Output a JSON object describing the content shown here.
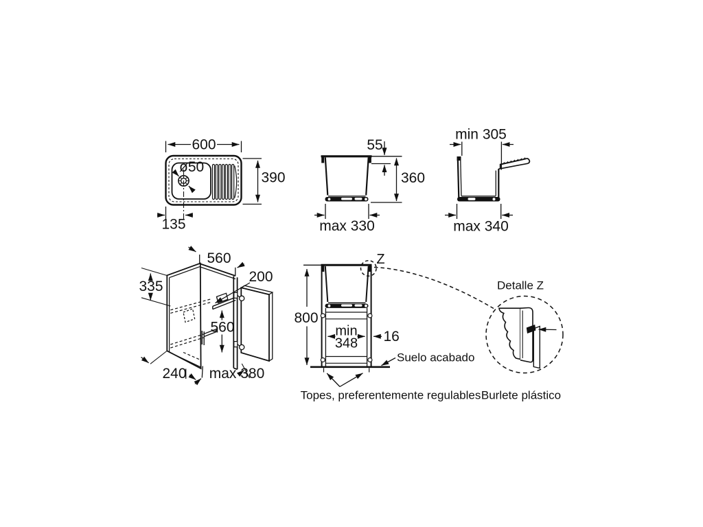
{
  "page": {
    "background": "#ffffff",
    "ink": "#111111"
  },
  "views": {
    "sink_top": {
      "width": "600",
      "depth": "390",
      "drain_diameter": "ø50",
      "drain_offset": "135"
    },
    "sink_front": {
      "rim_offset": "55",
      "height": "360",
      "base_width": "max 330"
    },
    "sink_side": {
      "top_depth": "min 305",
      "base_depth": "max 340"
    },
    "cabinet_iso": {
      "top_width": "560",
      "bracket_depth": "200",
      "upper_height": "335",
      "inner_height": "560",
      "base_offset": "240",
      "total_depth": "max 380"
    },
    "installation_front": {
      "total_height": "800",
      "detail_mark": "Z",
      "inner_width_label": "min",
      "inner_width_value": "348",
      "panel_thickness": "16",
      "floor_label": "Suelo acabado",
      "stops_label": "Topes, preferentemente regulables"
    },
    "detail_z": {
      "title": "Detalle Z",
      "caption": "Burlete plástico"
    }
  }
}
